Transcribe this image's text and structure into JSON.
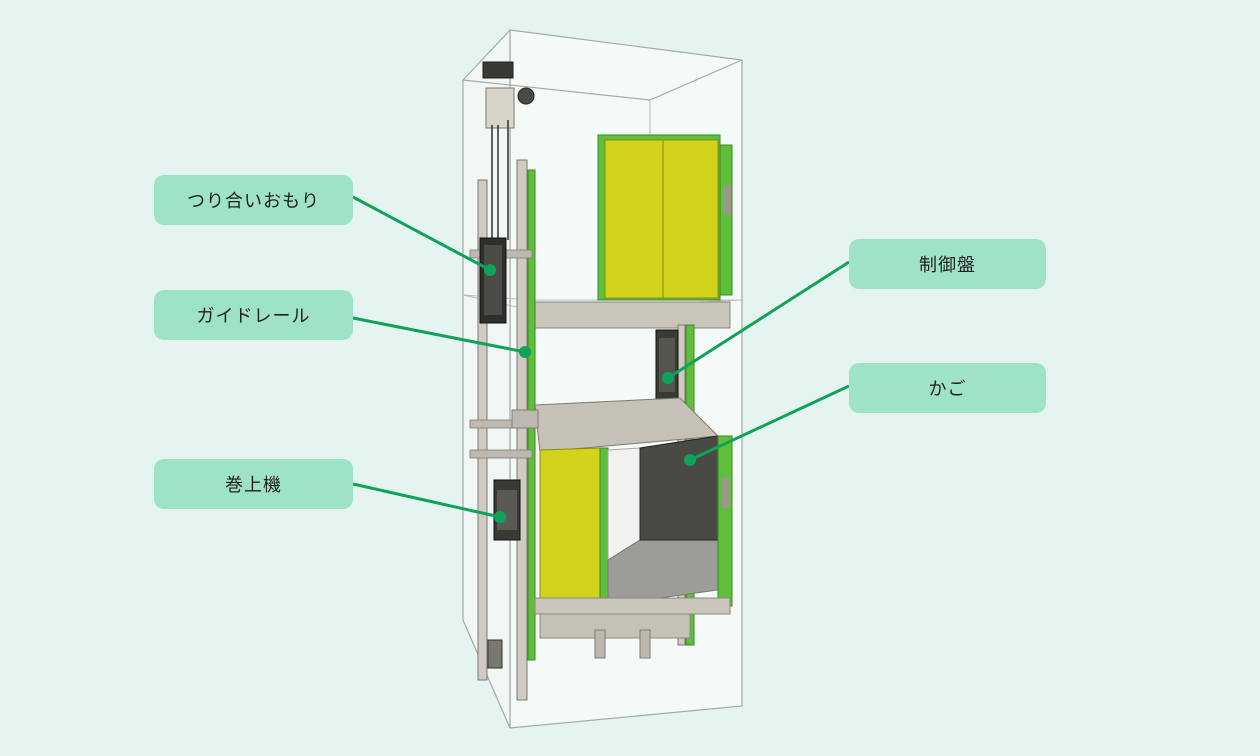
{
  "colors": {
    "background": "#e4f4f0",
    "label_fill": "#9fe3c7",
    "leader_line": "#0fa35a",
    "door_yellow": "#d3d31e",
    "frame_green": "#5fbf3a",
    "steel": "#b9b5aa",
    "shaft_line": "#9a9a9a"
  },
  "labels": {
    "counterweight": "つり合いおもり",
    "guide_rail": "ガイドレール",
    "hoist": "巻上機",
    "control_panel": "制御盤",
    "car": "かご"
  }
}
